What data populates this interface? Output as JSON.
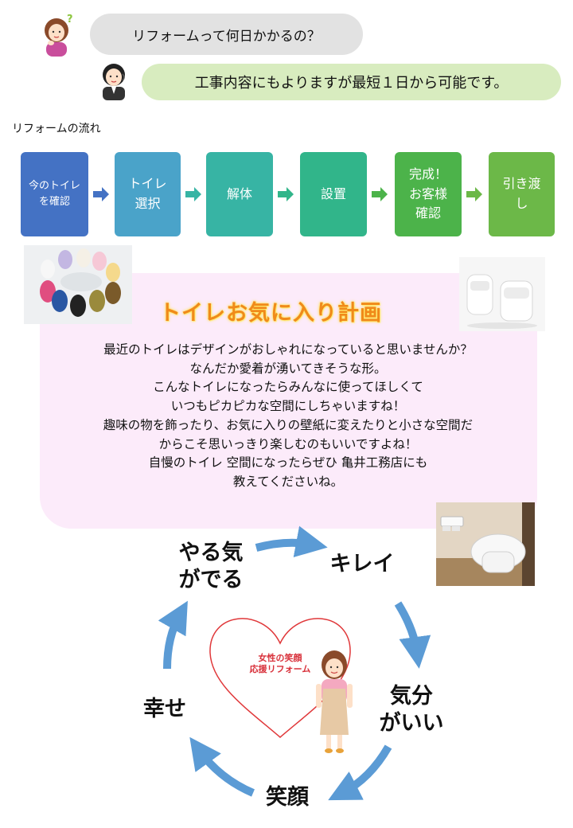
{
  "faq": {
    "question": "リフォームって何日かかるの？",
    "answer": "工事内容にもよりますが最短１日から可能です。"
  },
  "flow": {
    "title": "リフォームの流れ",
    "steps": [
      {
        "label": "今のトイレ\nを確認",
        "color": "#4472c4"
      },
      {
        "label": "トイレ\n選択",
        "color": "#4aa3c9"
      },
      {
        "label": "解体",
        "color": "#37b4a4"
      },
      {
        "label": "設置",
        "color": "#31b58a"
      },
      {
        "label": "完成！\nお客様\n確認",
        "color": "#4cb34a"
      },
      {
        "label": "引き渡\nし",
        "color": "#6cb848"
      }
    ],
    "arrow_color": "#4472c4"
  },
  "plan": {
    "title": "トイレお気に入り計画",
    "lines": [
      "最近のトイレはデザインがおしゃれになっていると思いませんか？",
      "なんだか愛着が湧いてきそうな形。",
      "こんなトイレになったらみんなに使ってほしくて",
      "いつもピカピカな空間にしちゃいますね！",
      "趣味の物を飾ったり、お気に入りの壁紙に変えたりと小さな空間だ",
      "からこそ思いっきり楽しむのもいいですよね！",
      "自慢のトイレ 空間になったらぜひ 亀井工務店にも",
      "教えてくださいね。"
    ]
  },
  "cycle": {
    "labels": {
      "motivation": "やる気\nがでる",
      "clean": "キレイ",
      "mood": "気分\nがいい",
      "smile": "笑顔",
      "happiness": "幸せ"
    },
    "heart_text": "女性の笑顔\n応援リフォーム",
    "arrow_color": "#5b9bd5",
    "heart_color": "#e0383a"
  }
}
